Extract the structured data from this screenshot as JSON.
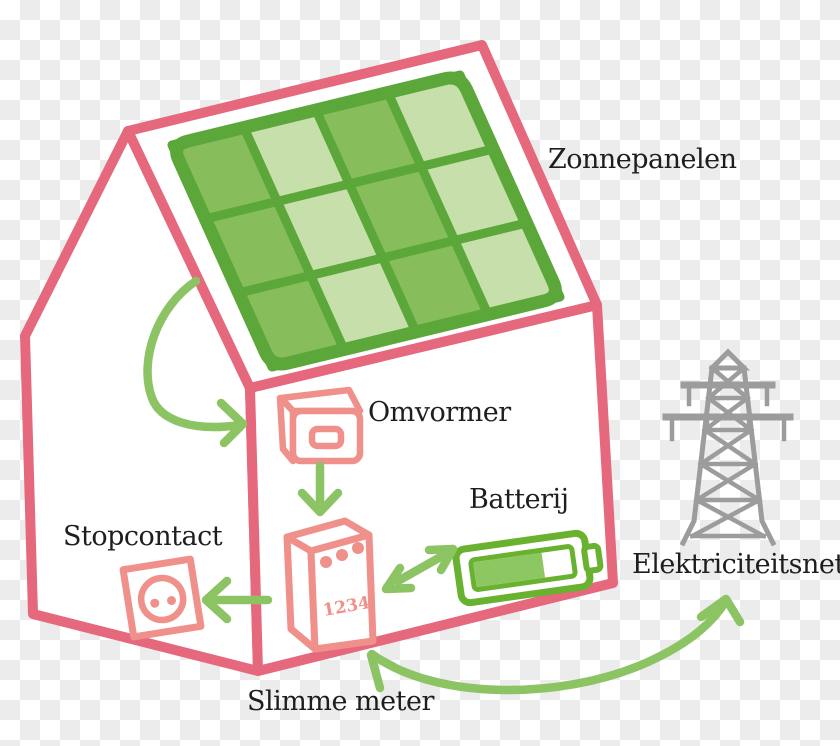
{
  "diagram": {
    "labels": {
      "solar_panels": "Zonnepanelen",
      "inverter": "Omvormer",
      "battery": "Batterij",
      "outlet": "Stopcontact",
      "smart_meter": "Slimme meter",
      "grid": "Elektriciteitsnet"
    },
    "meter_display": "1234",
    "colors": {
      "house_outline": "#e5687d",
      "device_pink": "#f0908a",
      "arrow_green": "#8cc464",
      "panel_border": "#5ba73a",
      "panel_cell_dark": "#88bd5b",
      "panel_cell_light": "#c7dfaa",
      "battery_green": "#69b22f",
      "battery_fill": "#8dc761",
      "pylon_gray": "#9c9c9c",
      "text": "#1e1e1e",
      "checker_light": "#ffffff",
      "checker_gray": "#ececec"
    }
  }
}
